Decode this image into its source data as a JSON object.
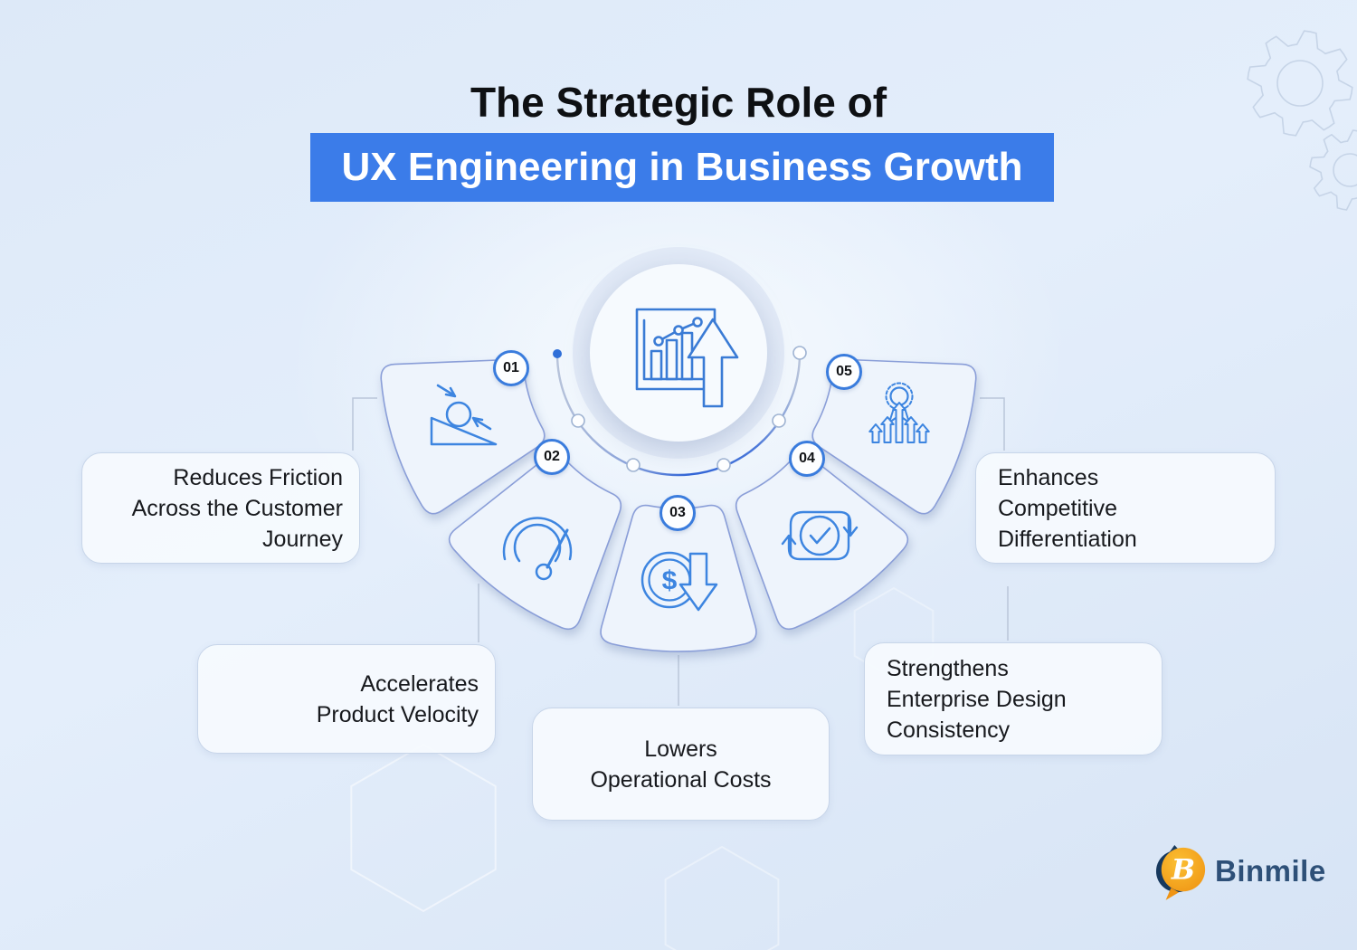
{
  "title": {
    "line1": "The Strategic Role of",
    "line2": "UX Engineering in Business Growth"
  },
  "items": [
    {
      "number": "01",
      "label": "Reduces Friction\nAcross the Customer\nJourney",
      "icon": "friction-ramp-icon"
    },
    {
      "number": "02",
      "label": "Accelerates\nProduct Velocity",
      "icon": "speedometer-icon"
    },
    {
      "number": "03",
      "label": "Lowers\nOperational Costs",
      "icon": "cost-reduction-icon"
    },
    {
      "number": "04",
      "label": "Strengthens\nEnterprise Design\nConsistency",
      "icon": "cycle-check-icon"
    },
    {
      "number": "05",
      "label": "Enhances\nCompetitive\nDifferentiation",
      "icon": "award-growth-icon"
    }
  ],
  "center": {
    "icon": "growth-chart-icon"
  },
  "glyphs": {
    "dollar": "$"
  },
  "logo": {
    "monogram": "B",
    "text": "Binmile"
  },
  "colors": {
    "banner_blue": "#3b7ce9",
    "icon_blue": "#3d85e0",
    "arc_blue": "#2f63d6",
    "segment_fill": "#eef4fc",
    "segment_border": "#8a9ed8",
    "logo_orange": "#f5a01c",
    "logo_navy": "#17395e"
  }
}
